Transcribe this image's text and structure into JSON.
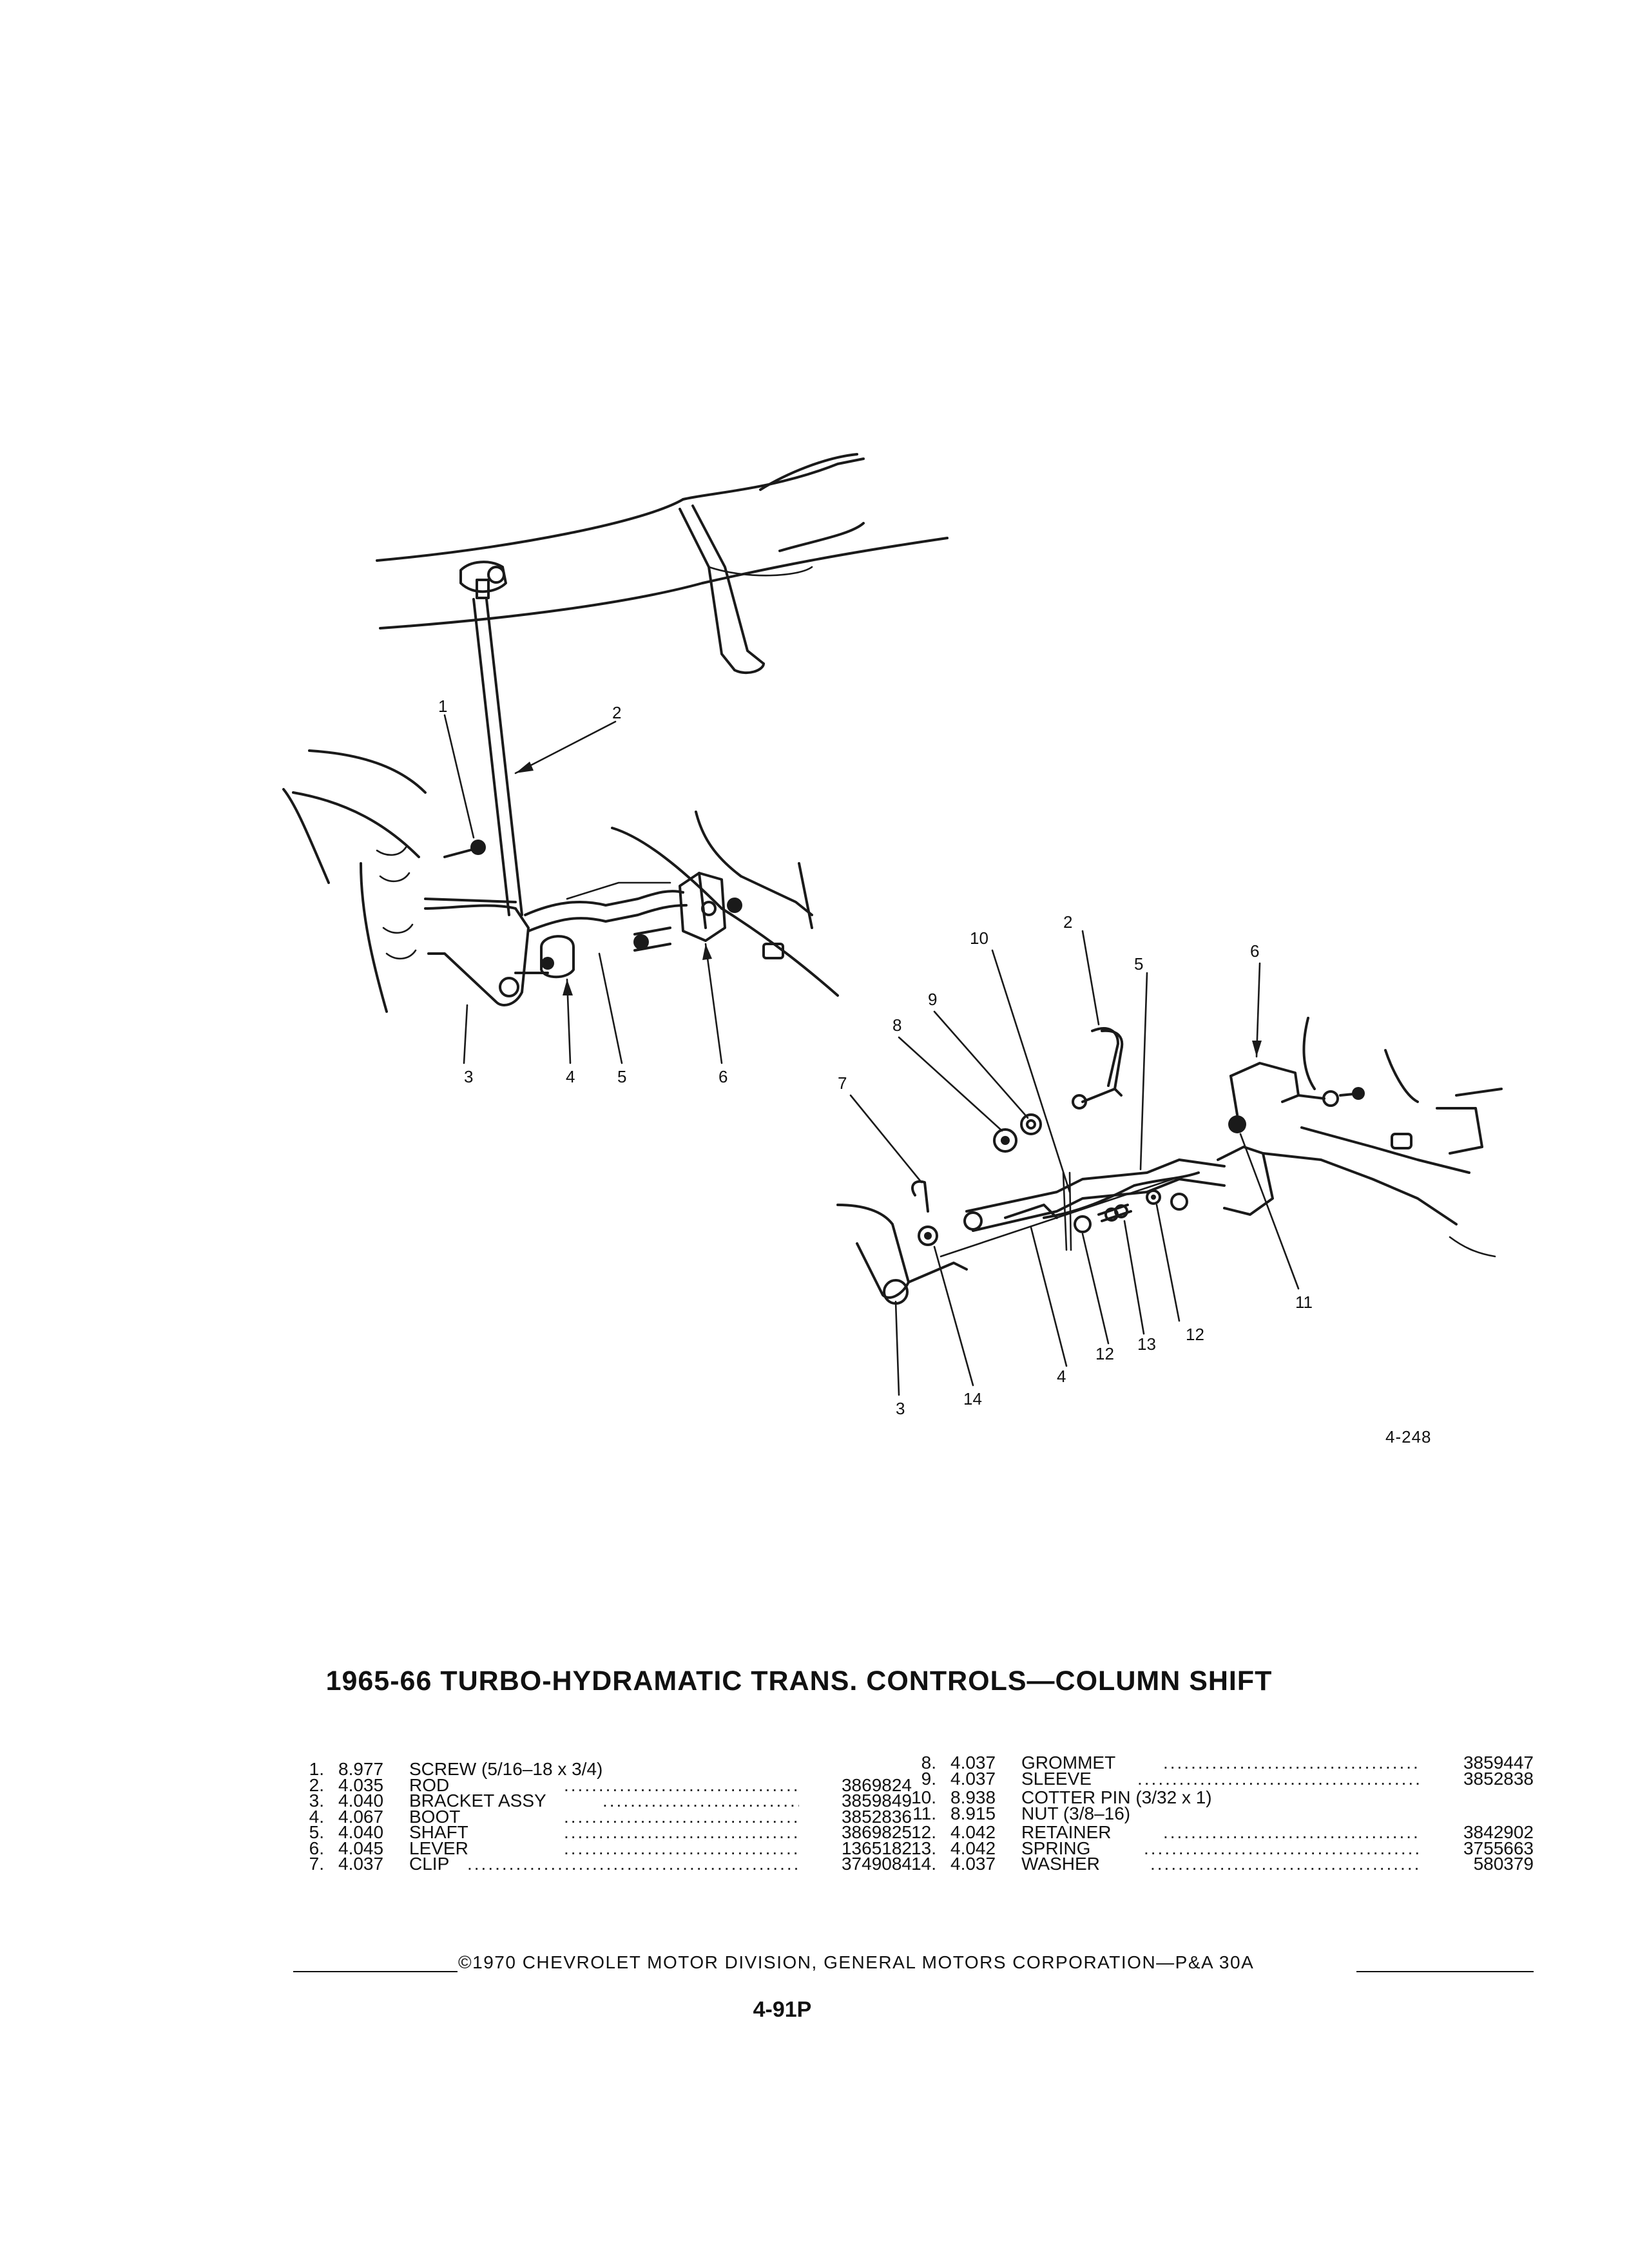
{
  "figure_number": "4-248",
  "callouts": {
    "upper": [
      "1",
      "2",
      "3",
      "4",
      "5",
      "6"
    ],
    "lower": [
      "2",
      "3",
      "4",
      "5",
      "6",
      "7",
      "8",
      "9",
      "10",
      "11",
      "12",
      "12",
      "13",
      "14"
    ]
  },
  "title": "1965-66 TURBO-HYDRAMATIC TRANS. CONTROLS—COLUMN SHIFT",
  "parts": [
    {
      "num": "1.",
      "code": "8.977",
      "desc": "SCREW (5/16–18 x 3/4)",
      "pn": ""
    },
    {
      "num": "2.",
      "code": "4.035",
      "desc": "ROD",
      "pn": "3869824"
    },
    {
      "num": "3.",
      "code": "4.040",
      "desc": "BRACKET ASSY",
      "pn": "3859849"
    },
    {
      "num": "4.",
      "code": "4.067",
      "desc": "BOOT",
      "pn": "3852836"
    },
    {
      "num": "5.",
      "code": "4.040",
      "desc": "SHAFT",
      "pn": "3869825"
    },
    {
      "num": "6.",
      "code": "4.045",
      "desc": "LEVER",
      "pn": "1365182"
    },
    {
      "num": "7.",
      "code": "4.037",
      "desc": "CLIP",
      "pn": "3749084"
    },
    {
      "num": "8.",
      "code": "4.037",
      "desc": "GROMMET",
      "pn": "3859447"
    },
    {
      "num": "9.",
      "code": "4.037",
      "desc": "SLEEVE",
      "pn": "3852838"
    },
    {
      "num": "10.",
      "code": "8.938",
      "desc": "COTTER PIN (3/32 x 1)",
      "pn": ""
    },
    {
      "num": "11.",
      "code": "8.915",
      "desc": "NUT (3/8–16)",
      "pn": ""
    },
    {
      "num": "12.",
      "code": "4.042",
      "desc": "RETAINER",
      "pn": "3842902"
    },
    {
      "num": "13.",
      "code": "4.042",
      "desc": "SPRING",
      "pn": "3755663"
    },
    {
      "num": "14.",
      "code": "4.037",
      "desc": "WASHER",
      "pn": "580379"
    }
  ],
  "footer": "©1970 CHEVROLET MOTOR DIVISION, GENERAL MOTORS CORPORATION—P&A 30A",
  "page_number": "4-91P"
}
